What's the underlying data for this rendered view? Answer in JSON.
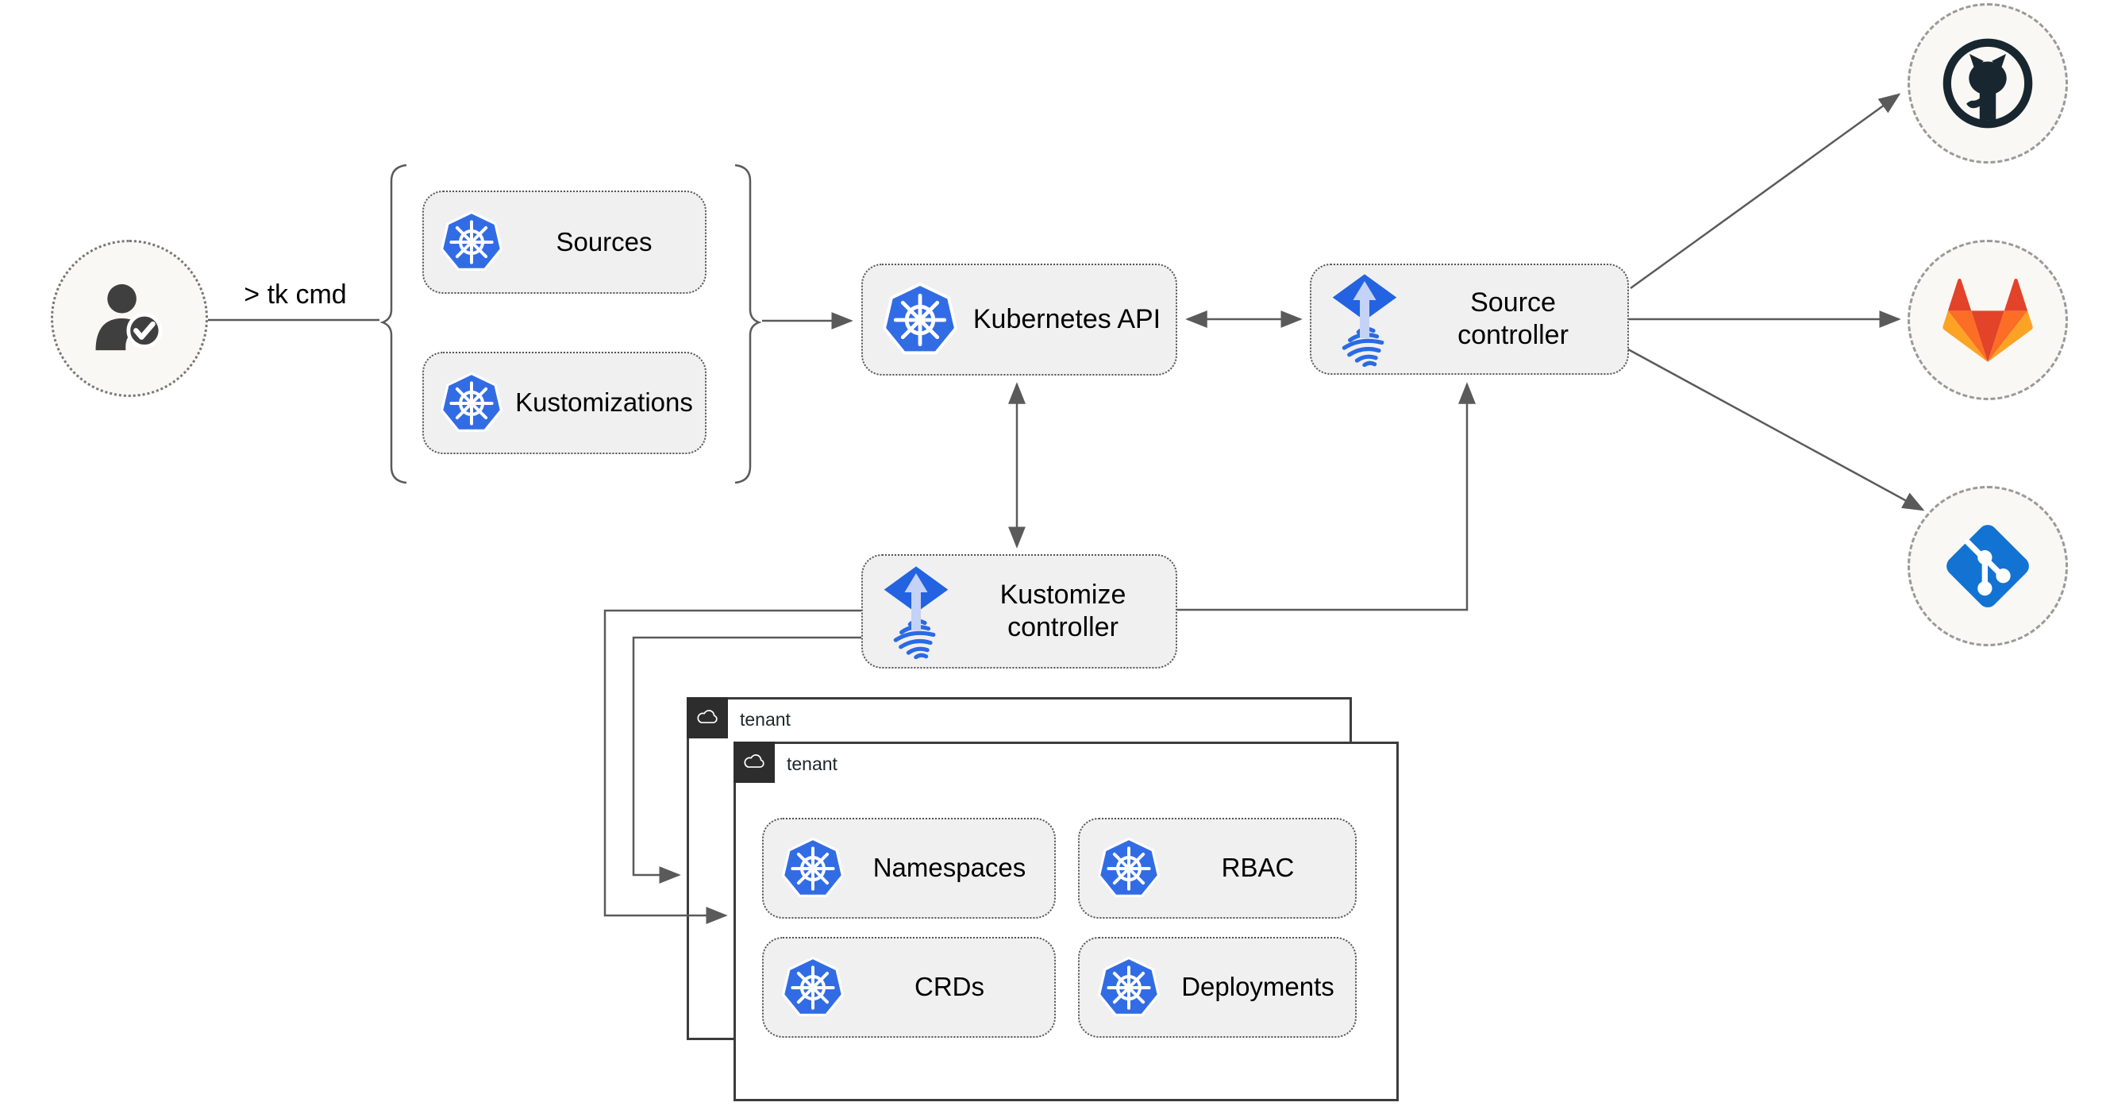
{
  "user": {
    "command": "> tk cmd"
  },
  "group": {
    "sources": "Sources",
    "kustomizations": "Kustomizations"
  },
  "cluster": {
    "kubernetes_api": "Kubernetes API",
    "source_controller": "Source controller",
    "kustomize_controller": "Kustomize controller"
  },
  "tenant_back": {
    "label": "tenant"
  },
  "tenant_front": {
    "label": "tenant",
    "resources": [
      "Namespaces",
      "RBAC",
      "CRDs",
      "Deployments"
    ]
  },
  "icons": {
    "user": "user-check-icon",
    "kubernetes": "kubernetes-icon",
    "flux": "flux-icon",
    "github": "github-icon",
    "gitlab": "gitlab-icon",
    "git": "git-icon",
    "cloud": "cloud-icon"
  },
  "colors": {
    "kubernetes_blue": "#326ce5",
    "flux_diamond_blue": "#2363e1",
    "flux_arrow_light": "#c3d2f6",
    "github_dark": "#182630",
    "gitlab_red": "#e24329",
    "gitlab_orange": "#fc6d26",
    "gitlab_amber": "#fca326",
    "git_blue": "#1273d3",
    "wire_gray": "#5a5a5a",
    "node_fill": "#f0f0f0",
    "tenant_tab_dark": "#2d2d2d",
    "halo_fill": "#faf8f4"
  }
}
